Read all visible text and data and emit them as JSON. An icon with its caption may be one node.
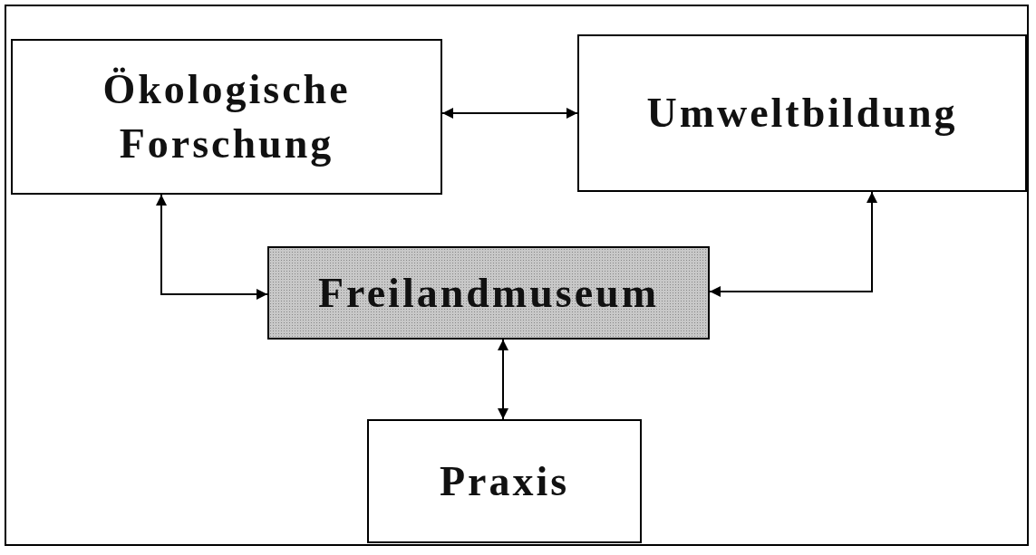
{
  "diagram": {
    "nodes": [
      {
        "text": [
          "Ökologische Forschung"
        ]
      },
      {
        "text": [
          "Umweltbildung"
        ]
      },
      {
        "text": [
          "Freilandmuseum"
        ]
      },
      {
        "text": [
          "Praxis"
        ]
      }
    ],
    "edges": [
      {
        "from": 0,
        "to": 1,
        "arrow": "both"
      },
      {
        "from": 0,
        "to": 2,
        "arrow": "both"
      },
      {
        "from": 1,
        "to": 2,
        "arrow": "both"
      },
      {
        "from": 2,
        "to": 3,
        "arrow": "both"
      }
    ]
  }
}
